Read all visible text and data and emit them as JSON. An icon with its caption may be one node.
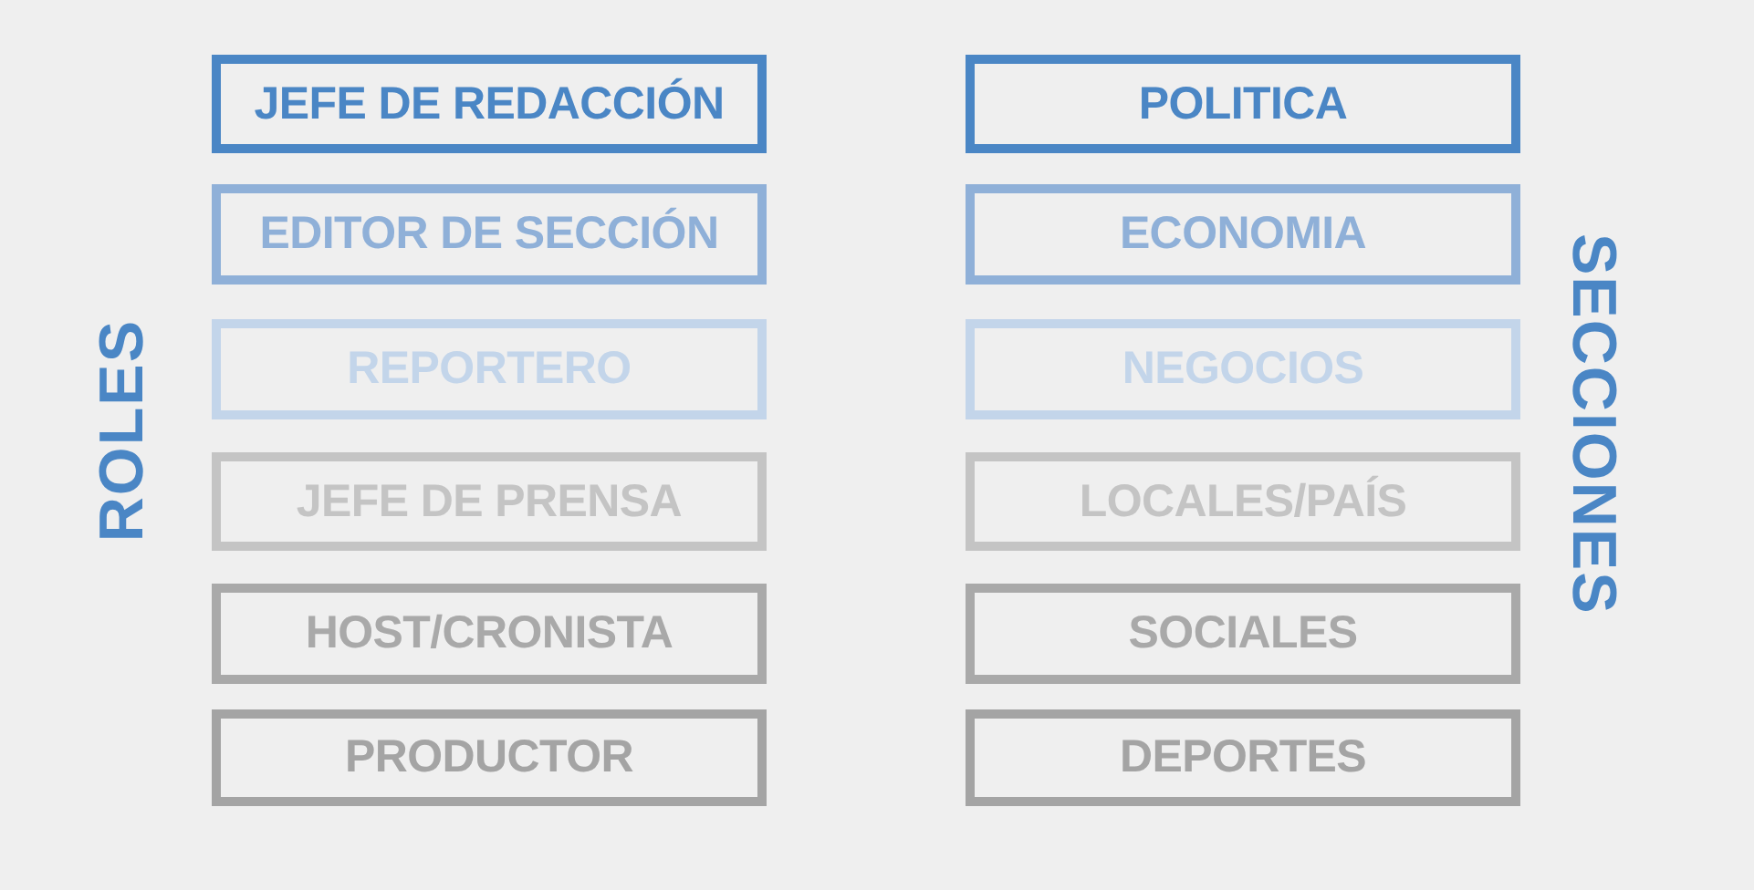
{
  "diagram": {
    "nodes": [
      {
        "text": [
          "JEFE DE REDACCIÓN"
        ]
      },
      {
        "text": [
          "EDITOR DE SECCIÓN"
        ]
      },
      {
        "text": [
          "REPORTERO"
        ]
      },
      {
        "text": [
          "JEFE DE PRENSA"
        ]
      },
      {
        "text": [
          "HOST/CRONISTA"
        ]
      },
      {
        "text": [
          "PRODUCTOR"
        ]
      },
      {
        "text": [
          "POLITICA"
        ]
      },
      {
        "text": [
          "ECONOMIA"
        ]
      },
      {
        "text": [
          "NEGOCIOS"
        ]
      },
      {
        "text": [
          "LOCALES/PAÍS"
        ]
      },
      {
        "text": [
          "SOCIALES"
        ]
      },
      {
        "text": [
          "DEPORTES"
        ]
      }
    ],
    "labels": [
      "ROLES",
      "SECCIONES"
    ]
  }
}
